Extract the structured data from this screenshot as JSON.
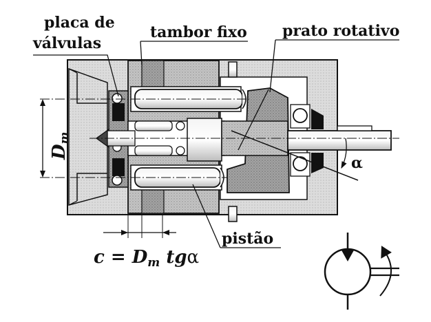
{
  "labels": {
    "valve_plate_line1": "placa de",
    "valve_plate_line2": "válvulas",
    "fixed_drum": "tambor fixo",
    "rotating_plate": "prato rotativo",
    "piston": "pistão",
    "dm_main": "D",
    "dm_sub": "m",
    "alpha": "α",
    "formula_c": "c = D",
    "formula_sub": "m",
    "formula_tg": " tg",
    "formula_alpha": "α"
  },
  "colors": {
    "line": "#111111",
    "hatch_dark": "#9a9a9a",
    "hatch_mid": "#b8b8b8",
    "hatch_light": "#d6d6d6",
    "white": "#ffffff"
  },
  "symbol": {
    "type": "hydraulic-motor-fixed-displacement",
    "icons": [
      "motor-circle-icon",
      "flow-triangle-icon",
      "rotation-arrow-icon",
      "shaft-icon"
    ]
  }
}
